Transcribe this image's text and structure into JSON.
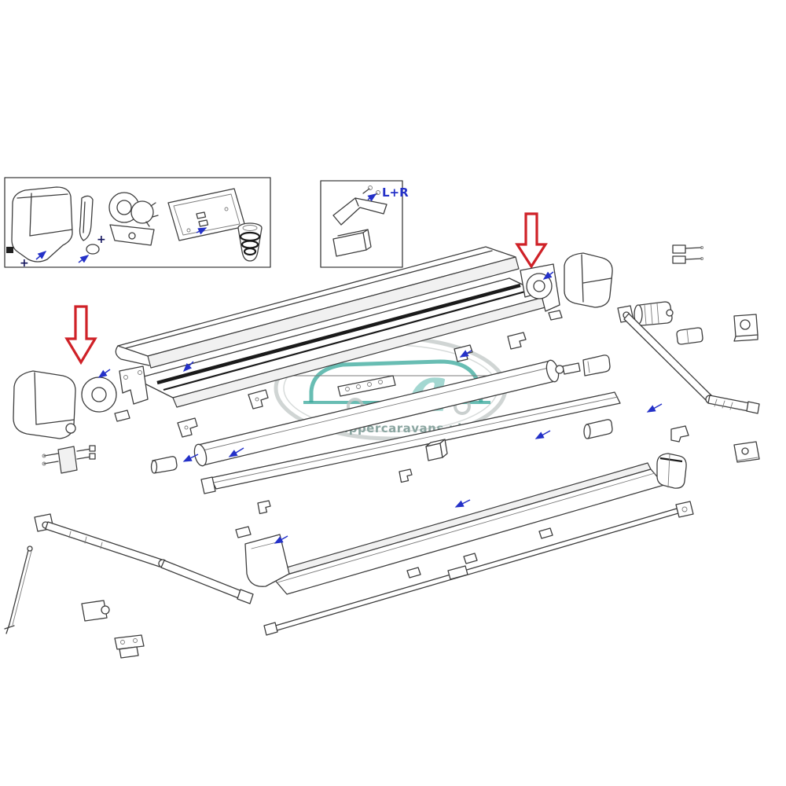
{
  "annotations": {
    "lr_label": "L+R",
    "plus_sign": "+"
  },
  "watermark": {
    "text": "Schippercaravans.nl",
    "logo_letter": "a"
  },
  "colors": {
    "line": "#3d3d3d",
    "red": "#cf2127",
    "blue": "#2431c8",
    "teal": "#35a79a",
    "watermark_gray": "#bcc3c2",
    "watermark_text": "#8aa5a0"
  },
  "parts": [
    "inset-left-endcap-parts-box",
    "inset-bracket-box",
    "red-arrow-left",
    "red-arrow-right",
    "cassette-lid",
    "cassette-back-panel",
    "roller-tube",
    "lead-rail",
    "front-panel",
    "corner-cover",
    "left-endcap-assembly",
    "right-endcap-assembly",
    "hold-down-clamps",
    "gear-motor",
    "gear-adapter",
    "wall-bracket",
    "pin-clamp",
    "double-pin-connector",
    "spring-arm-left",
    "spring-arm-right",
    "support-pole",
    "tension-rafter",
    "mounting-rail-strip",
    "roller-end-adapter",
    "end-cap-small",
    "watermark"
  ]
}
